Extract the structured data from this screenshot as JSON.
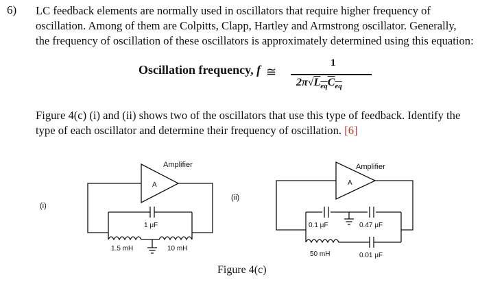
{
  "question": {
    "number": "6)",
    "intro_lines": [
      "LC feedback elements are normally used in oscillators that require higher frequency of",
      "oscillation. Among of them are Colpitts, Clapp, Hartley and Armstrong oscillator. Generally,",
      "the frequency of oscillation of these oscillators is approximately determined using this equation:"
    ],
    "equation": {
      "label": "Oscillation frequency, ",
      "symbol": "f",
      "approx": "≅",
      "numerator": "1",
      "denominator_prefix": "2π",
      "l_sub": "eq",
      "c_sub": "eq"
    },
    "task_lines": [
      "Figure 4(c) (i) and (ii) shows two of the oscillators that use this type of feedback. Identify the",
      "type of each oscillator and determine their frequency of oscillation. "
    ],
    "marks": "[6]"
  },
  "figure": {
    "caption": "Figure 4(c)",
    "circuit_i": {
      "tag": "(i)",
      "amplifier_label": "Amplifier",
      "amp_symbol": "A",
      "capacitor": "1 μF",
      "inductor_left": "1.5 mH",
      "inductor_right": "10 mH"
    },
    "circuit_ii": {
      "tag": "(ii)",
      "amplifier_label": "Amplifier",
      "amp_symbol": "A",
      "capacitor_left": "0.1 μF",
      "capacitor_right": "0.47 μF",
      "inductor": "50 mH",
      "capacitor_series": "0.01 μF"
    }
  }
}
